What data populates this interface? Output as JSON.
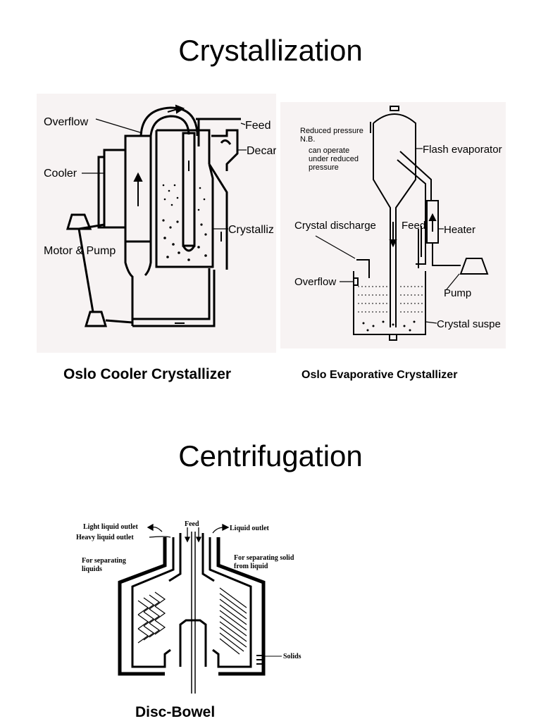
{
  "crystallization": {
    "title": "Crystallization",
    "cooler": {
      "caption": "Oslo Cooler Crystallizer",
      "labels": {
        "overflow": "Overflow",
        "feed": "Feed",
        "decanter": "Decar",
        "cooler": "Cooler",
        "crystallizer": "Crystalliz",
        "motor_pump": "Motor & Pump"
      }
    },
    "evaporative": {
      "caption": "Oslo Evaporative Crystallizer",
      "labels": {
        "reduced_pressure": "Reduced pressure",
        "nb": "N.B.",
        "can_operate": "can operate",
        "under_reduced": "under reduced",
        "pressure": "pressure",
        "flash_evaporator": "Flash evaporator",
        "crystal_discharge": "Crystal discharge",
        "feed": "Feed",
        "heater": "Heater",
        "overflow": "Overflow",
        "pump": "Pump",
        "crystal_suspension": "Crystal suspe"
      }
    }
  },
  "centrifugation": {
    "title": "Centrifugation",
    "disc_bowl": {
      "caption": "Disc-Bowel",
      "labels": {
        "light_liquid_outlet": "Light liquid outlet",
        "heavy_liquid_outlet": "Heavy liquid outlet",
        "feed": "Feed",
        "liquid_outlet": "Liquid outlet",
        "separating_liquids_1": "For separating",
        "separating_liquids_2": "liquids",
        "separating_solid_1": "For separating solid",
        "separating_solid_2": "from liquid",
        "solids": "Solids"
      }
    }
  }
}
